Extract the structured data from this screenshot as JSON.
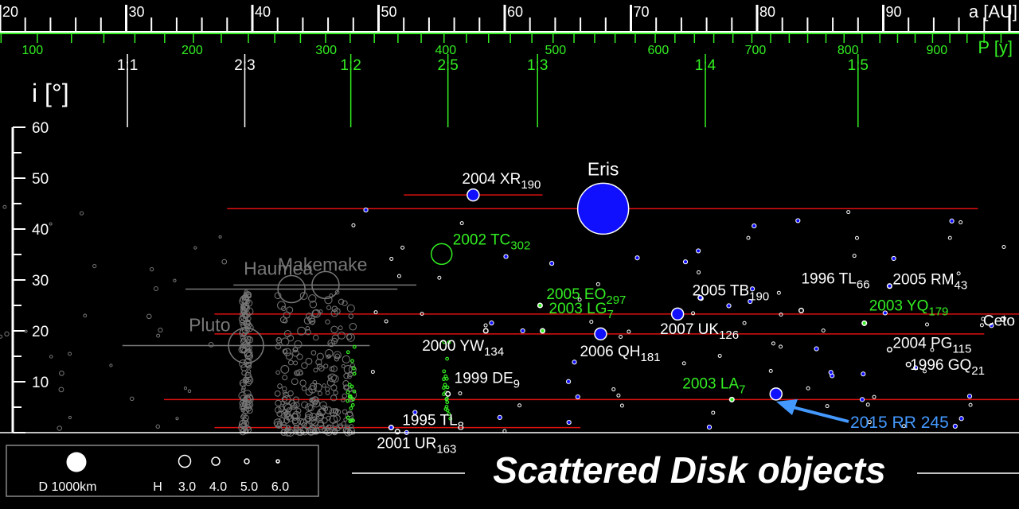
{
  "chart_data": {
    "type": "scatter",
    "title": "Scattered Disk objects",
    "xlabel": "a [AU]",
    "ylabel": "i [°]",
    "xlim": [
      20,
      100
    ],
    "ylim": [
      0,
      60
    ],
    "x_ticks": [
      20,
      30,
      40,
      50,
      60,
      70,
      80,
      90
    ],
    "y_ticks": [
      10,
      20,
      30,
      40,
      50,
      60
    ],
    "period_axis": {
      "label": "P [y]",
      "ticks": [
        100,
        200,
        300,
        400,
        500,
        600,
        700,
        800,
        900
      ]
    },
    "resonances": [
      {
        "label": "1:1",
        "a": 30.1
      },
      {
        "label": "2:3",
        "a": 39.4
      },
      {
        "label": "1:2",
        "a": 47.8
      },
      {
        "label": "2:5",
        "a": 55.5
      },
      {
        "label": "1:3",
        "a": 62.6
      },
      {
        "label": "1:4",
        "a": 75.9
      },
      {
        "label": "1:5",
        "a": 88.0
      }
    ],
    "labeled_objects": [
      {
        "name": "Eris",
        "sub": "",
        "a": 67.8,
        "i": 44.0,
        "q": 38.0,
        "Q": 97.5,
        "size": "huge",
        "color": "blue"
      },
      {
        "name": "2004 XR",
        "sub": "190",
        "a": 57.5,
        "i": 46.7,
        "q": 52.0,
        "Q": 63.0,
        "size": "medium",
        "color": "blue"
      },
      {
        "name": "2002 TC",
        "sub": "302",
        "a": 55.0,
        "i": 35.1,
        "size": "open",
        "color": "green"
      },
      {
        "name": "2005 EO",
        "sub": "297",
        "a": 62.8,
        "i": 25.0,
        "size": "small",
        "color": "green"
      },
      {
        "name": "2003 LG",
        "sub": "7",
        "a": 63.0,
        "i": 20.0,
        "size": "small",
        "color": "green"
      },
      {
        "name": "2005 TB",
        "sub": "190",
        "a": 75.5,
        "i": 26.5,
        "size": "small",
        "color": "blue"
      },
      {
        "name": "1996 TL",
        "sub": "66",
        "a": 83.5,
        "i": 24.0,
        "size": "small",
        "color": "white"
      },
      {
        "name": "2005 RM",
        "sub": "43",
        "a": 90.5,
        "i": 28.8,
        "size": "small",
        "color": "blue"
      },
      {
        "name": "2003 YQ",
        "sub": "179",
        "a": 88.5,
        "i": 21.5,
        "size": "small",
        "color": "green"
      },
      {
        "name": "2007 UK",
        "sub": "126",
        "a": 73.7,
        "i": 23.3,
        "q": 37.0,
        "Q": 110.0,
        "size": "medium",
        "color": "blue"
      },
      {
        "name": "2000 YW",
        "sub": "134",
        "a": 58.5,
        "i": 20.0,
        "size": "small",
        "color": "white"
      },
      {
        "name": "2006 QH",
        "sub": "181",
        "a": 67.6,
        "i": 19.4,
        "q": 37.0,
        "Q": 98.0,
        "size": "medium",
        "color": "blue"
      },
      {
        "name": "Ceto",
        "sub": "",
        "a": 99.5,
        "i": 22.3,
        "size": "small",
        "color": "white"
      },
      {
        "name": "2004 PG",
        "sub": "115",
        "a": 90.5,
        "i": 16.3,
        "size": "small",
        "color": "white"
      },
      {
        "name": "1996 GQ",
        "sub": "21",
        "a": 92.0,
        "i": 13.4,
        "size": "small",
        "color": "white"
      },
      {
        "name": "1999 DE",
        "sub": "9",
        "a": 55.5,
        "i": 7.6,
        "size": "small",
        "color": "white"
      },
      {
        "name": "2003 LA",
        "sub": "7",
        "a": 78.0,
        "i": 6.5,
        "size": "small",
        "color": "green"
      },
      {
        "name": "1995 TL",
        "sub": "8",
        "a": 51.5,
        "i": 0.2,
        "size": "small",
        "color": "white"
      },
      {
        "name": "2001 UR",
        "sub": "163",
        "a": 51.0,
        "i": 1.0,
        "q": 37.0,
        "Q": 66.0,
        "size": "small",
        "color": "blue"
      },
      {
        "name": "2015 RR 245",
        "sub": "",
        "a": 81.5,
        "i": 7.6,
        "q": 33.0,
        "Q": 130.0,
        "size": "medium",
        "color": "blue"
      },
      {
        "name": "Haumea",
        "sub": "",
        "a": 43.1,
        "i": 28.2,
        "size": "gray",
        "color": "gray"
      },
      {
        "name": "Makemake",
        "sub": "",
        "a": 45.8,
        "i": 29.0,
        "size": "gray",
        "color": "gray"
      },
      {
        "name": "Pluto",
        "sub": "",
        "a": 39.5,
        "i": 17.1,
        "size": "gray",
        "color": "gray"
      }
    ],
    "red_ranges": [
      {
        "i": 44.0,
        "q": 38.0,
        "Q": 97.5
      },
      {
        "i": 46.7,
        "q": 52.0,
        "Q": 63.0
      },
      {
        "i": 23.3,
        "q": 37.0,
        "Q": 110.0
      },
      {
        "i": 19.4,
        "q": 37.0,
        "Q": 98.0
      },
      {
        "i": 6.5,
        "q": 33.0,
        "Q": 130.0
      },
      {
        "i": 1.0,
        "q": 37.0,
        "Q": 66.0
      }
    ],
    "gray_ranges": [
      {
        "i": 28.2,
        "q": 34.7,
        "Q": 51.5
      },
      {
        "i": 29.0,
        "q": 38.5,
        "Q": 53.0
      },
      {
        "i": 17.1,
        "q": 29.7,
        "Q": 49.3
      }
    ],
    "legend": {
      "size_label": "D 1000km",
      "h_label": "H",
      "h_values": [
        "3.0",
        "4.0",
        "5.0",
        "6.0"
      ]
    }
  }
}
